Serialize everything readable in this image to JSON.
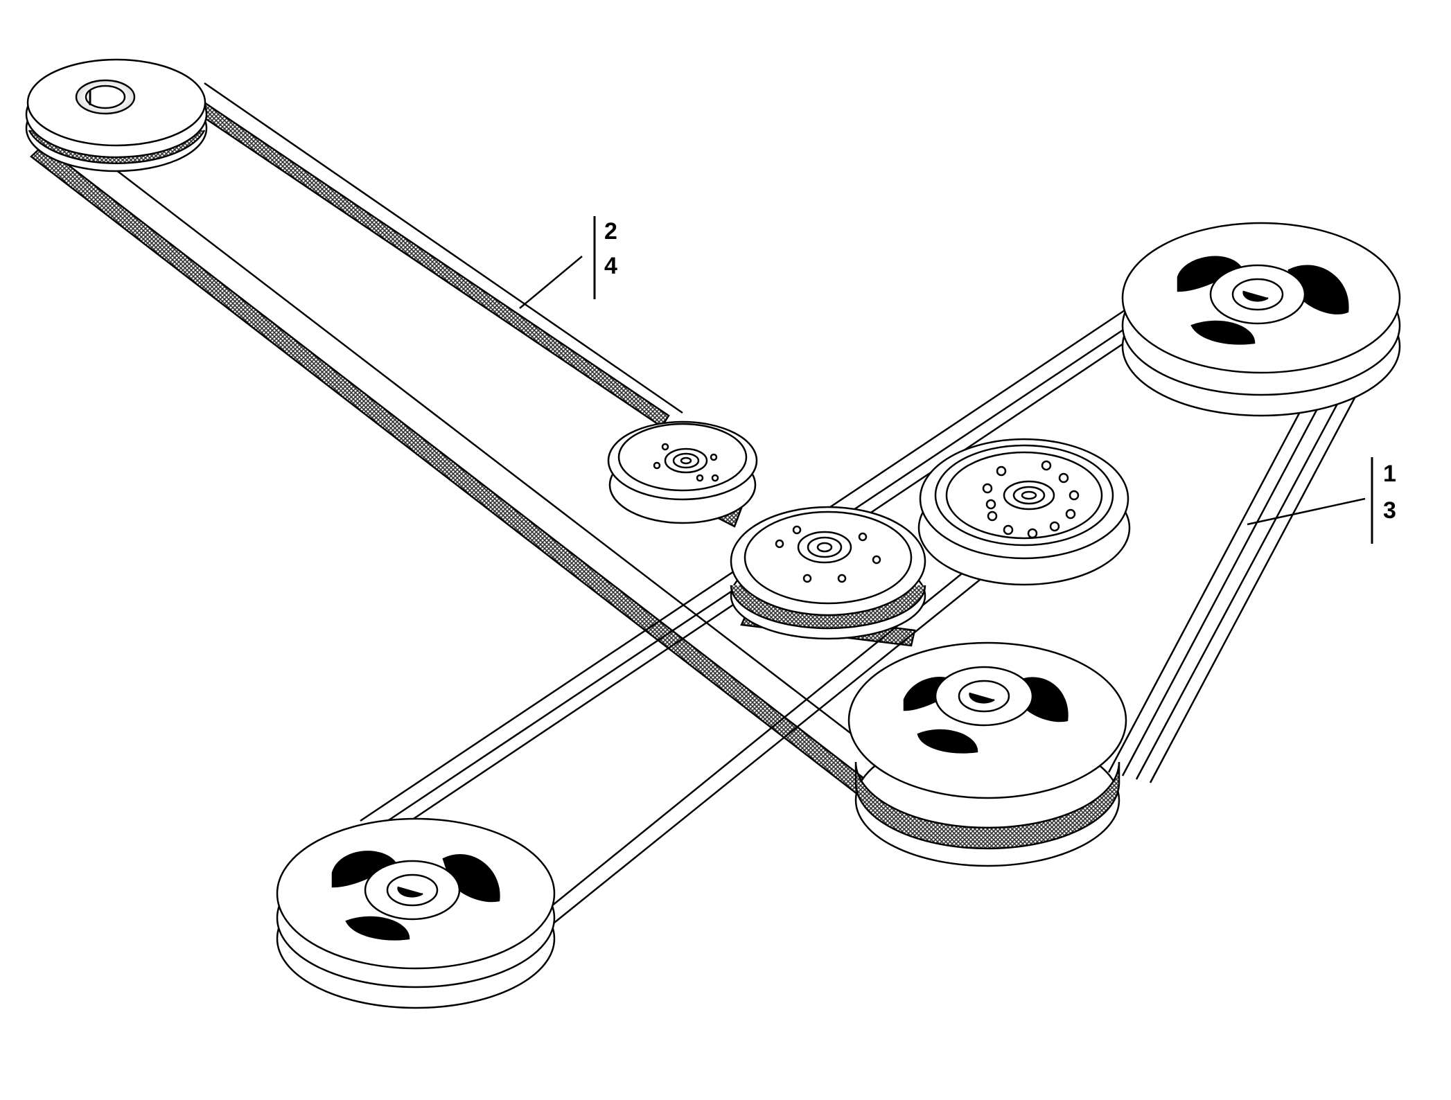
{
  "callouts": {
    "upper": {
      "top": "2",
      "bottom": "4"
    },
    "right": {
      "top": "1",
      "bottom": "3"
    }
  },
  "colors": {
    "line": "#000000",
    "paper": "#ffffff",
    "belt_texture": "#444444"
  }
}
